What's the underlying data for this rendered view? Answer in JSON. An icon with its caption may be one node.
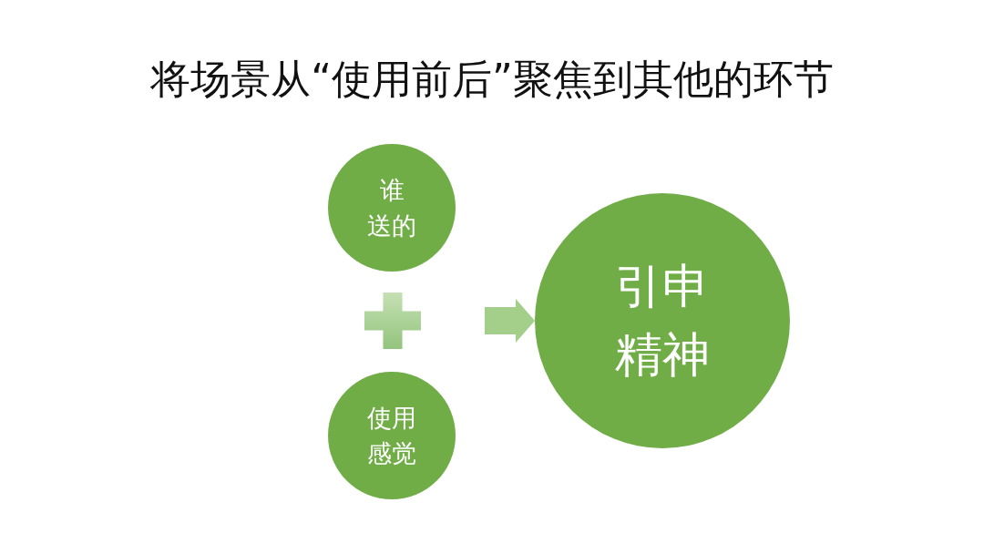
{
  "diagram": {
    "title": "将场景从“使用前后”聚焦到其他的环节",
    "nodes": [
      {
        "text": [
          "谁送的"
        ]
      },
      {
        "text": [],
        "shape": "plus"
      },
      {
        "text": [
          "使用感觉"
        ]
      },
      {
        "text": [
          "引申精神"
        ]
      }
    ],
    "edges": [
      {
        "from": 1,
        "to": 3,
        "arrow": "to"
      }
    ]
  }
}
